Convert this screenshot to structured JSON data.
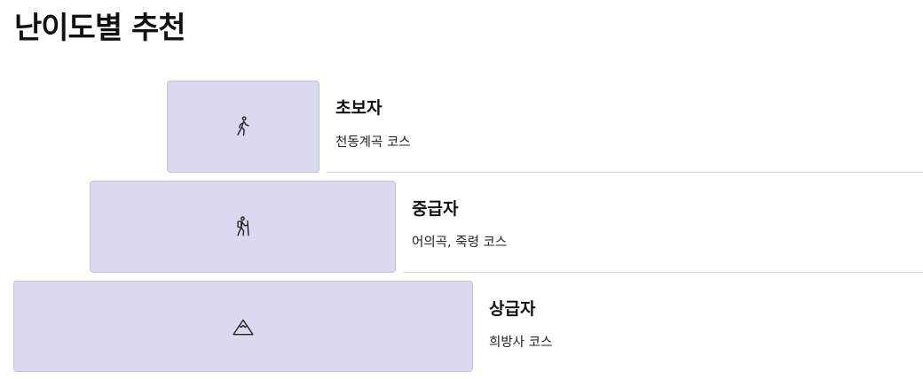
{
  "page": {
    "title": "난이도별 추천"
  },
  "tiers": [
    {
      "level": "초보자",
      "courses": "천동계곡 코스",
      "icon": "walking-person-icon",
      "color": "#d9d9f0"
    },
    {
      "level": "중급자",
      "courses": "어의곡, 죽령 코스",
      "icon": "hiker-icon",
      "color": "#d9d9f0"
    },
    {
      "level": "상급자",
      "courses": "희방사 코스",
      "icon": "mountain-icon",
      "color": "#d9d9f0"
    }
  ]
}
